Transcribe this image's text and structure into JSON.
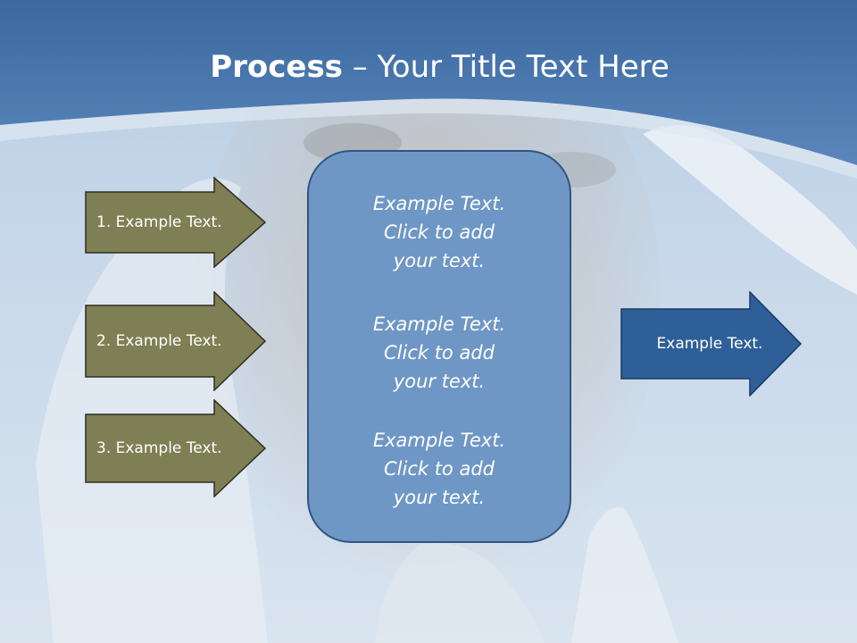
{
  "slide": {
    "title_bold": "Process",
    "title_rest": " – Your Title Text Here"
  },
  "left_arrows": [
    {
      "label": "1. Example Text."
    },
    {
      "label": "2. Example Text."
    },
    {
      "label": "3. Example Text."
    }
  ],
  "center_box": {
    "blocks": [
      {
        "line1": "Example Text.",
        "line2": "Click  to add",
        "line3": "your text."
      },
      {
        "line1": "Example Text.",
        "line2": "Click  to add",
        "line3": "your text."
      },
      {
        "line1": "Example Text.",
        "line2": "Click  to add",
        "line3": "your text."
      }
    ]
  },
  "right_arrow": {
    "label": "Example Text."
  },
  "colors": {
    "header": "#3d6ea8",
    "olive_arrow": "#7f7f55",
    "center_box": "#6e97c6",
    "right_arrow": "#2f5f98"
  }
}
